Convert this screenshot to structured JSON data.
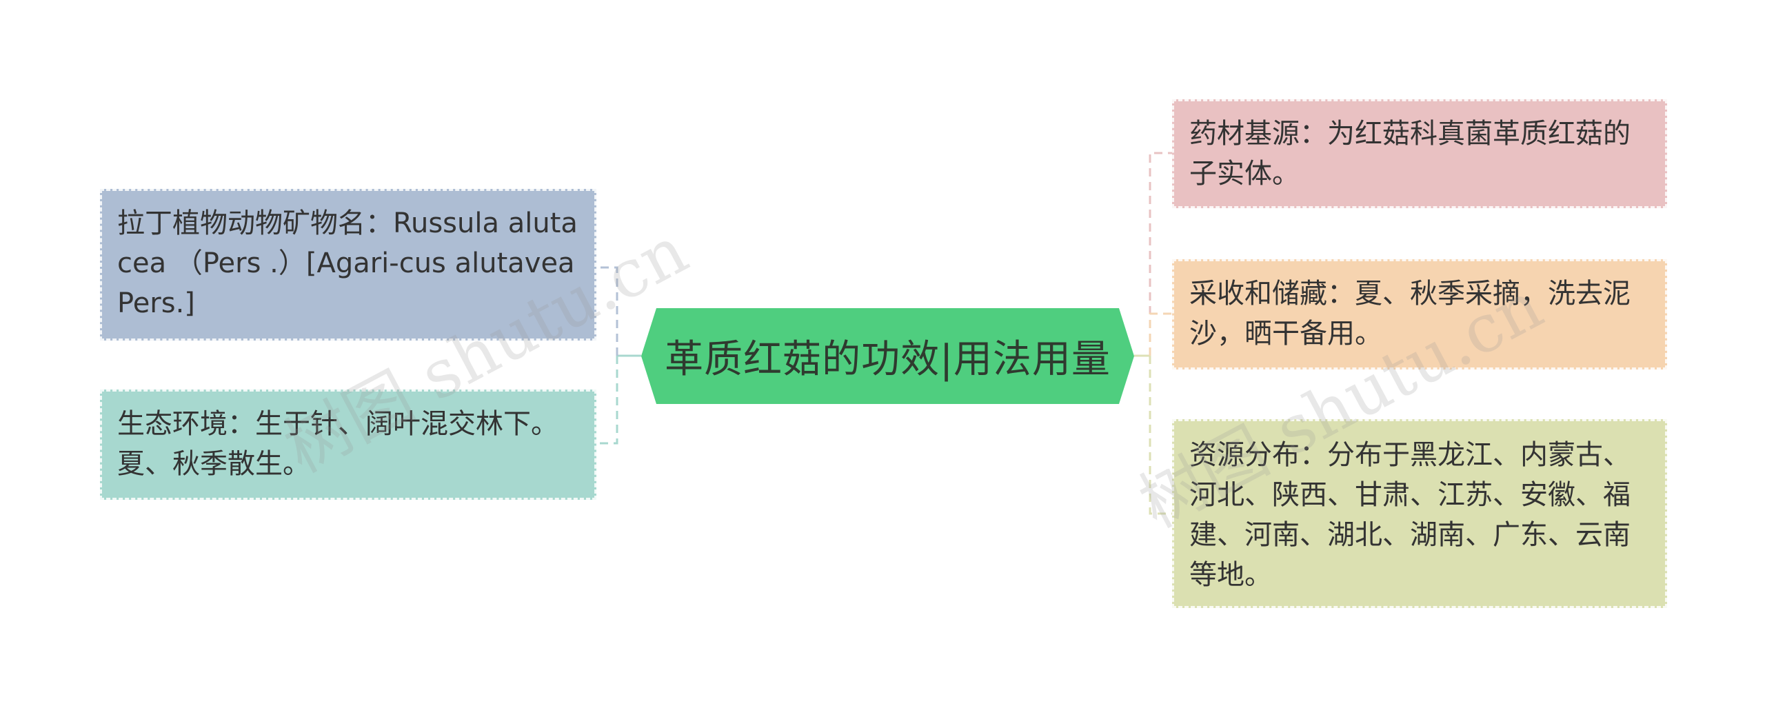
{
  "central_topic": "革质红菇的功效|用法用量",
  "left_branches": [
    {
      "text": "拉丁植物动物矿物名：Russula alutacea （Pers .）[Agari-cus alutavea Pers.]",
      "color": "#adbdd3"
    },
    {
      "text": "生态环境：生于针、阔叶混交林下。夏、秋季散生。",
      "color": "#a7d8cf"
    }
  ],
  "right_branches": [
    {
      "text": "药材基源：为红菇科真菌革质红菇的子实体。",
      "color": "#e9c1c2"
    },
    {
      "text": "采收和储藏：夏、秋季采摘，洗去泥沙，晒干备用。",
      "color": "#f6d4b0"
    },
    {
      "text": "资源分布：分布于黑龙江、内蒙古、河北、陕西、甘肃、江苏、安徽、福建、河南、湖北、湖南、广东、云南等地。",
      "color": "#dbe0b1"
    }
  ],
  "colors": {
    "center_fill": "#4fce7f",
    "left_connector": "#a8d8cf",
    "right_connector_1": "#e8c3c3",
    "right_connector_2": "#f4d6b4",
    "right_connector_3": "#dde0b6"
  },
  "watermark": "树图 shutu.cn"
}
